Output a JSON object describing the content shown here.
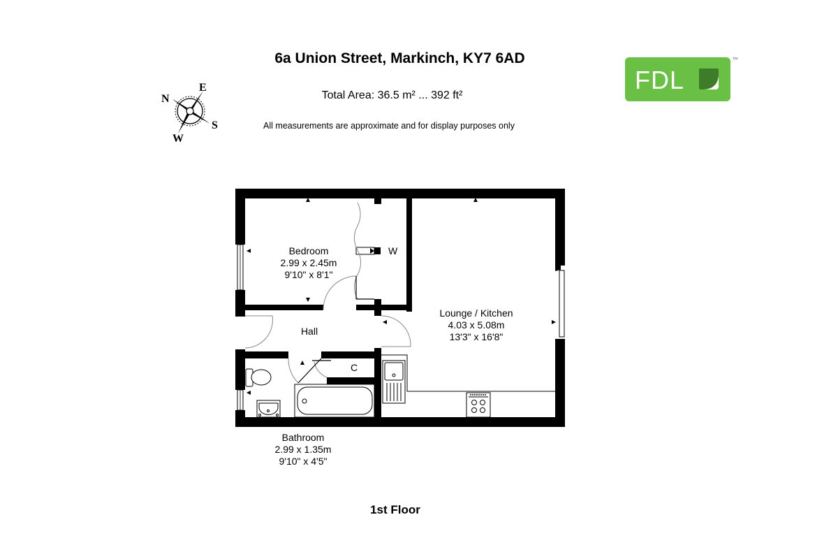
{
  "header": {
    "address": "6a Union Street, Markinch, KY7 6AD",
    "total_area": "Total Area: 36.5 m² ... 392 ft²",
    "disclaimer": "All measurements are approximate and for display purposes only"
  },
  "logo": {
    "text": "FDL",
    "trademark": "™",
    "brand_color": "#6abf45",
    "leaf_color": "#3d7d2a"
  },
  "compass": {
    "labels": {
      "n": "N",
      "e": "E",
      "s": "S",
      "w": "W"
    },
    "icon": "compass-rose-icon"
  },
  "floor": {
    "name": "1st Floor",
    "rooms": [
      {
        "name": "Bedroom",
        "metric": "2.99 x 2.45m",
        "imperial": "9'10\" x 8'1\""
      },
      {
        "name": "Lounge / Kitchen",
        "metric": "4.03 x 5.08m",
        "imperial": "13'3\" x 16'8\""
      },
      {
        "name": "Bathroom",
        "metric": "2.99 x 1.35m",
        "imperial": "9'10\" x 4'5\""
      },
      {
        "name": "Hall",
        "metric": "",
        "imperial": ""
      }
    ],
    "tags": {
      "wardrobe": "W",
      "cupboard": "C"
    },
    "fixtures": [
      "sink-icon",
      "hob-icon",
      "bath-icon",
      "toilet-icon",
      "basin-icon"
    ]
  }
}
